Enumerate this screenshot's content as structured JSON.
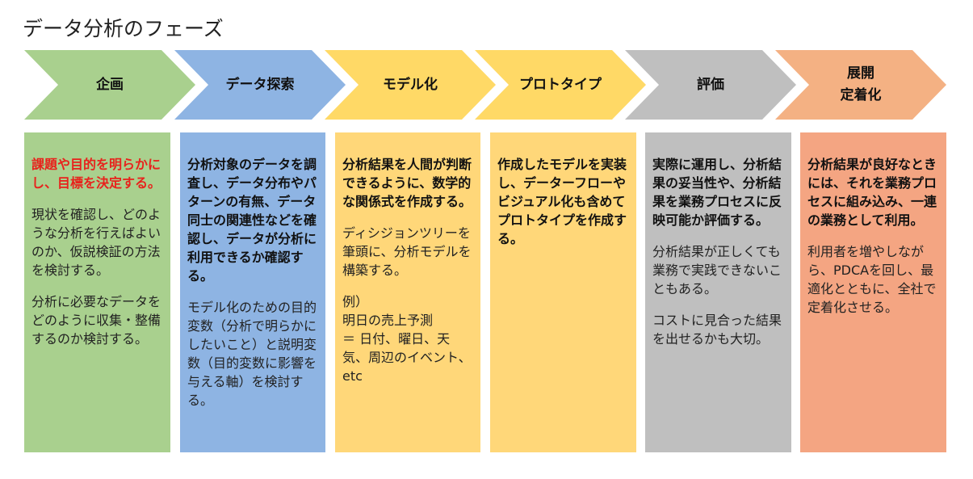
{
  "title": "データ分析のフェーズ",
  "phases": [
    {
      "label": "企画",
      "color": "#a9d08e",
      "box_color": "#a9d08e",
      "paragraphs": [
        {
          "text": "課題や目的を明らかにし、目標を決定する。",
          "style": "red"
        },
        {
          "text": "現状を確認し、どのような分析を行えばよいのか、仮説検証の方法を検討する。",
          "style": "normal"
        },
        {
          "text": "分析に必要なデータをどのように収集・整備するのか検討する。",
          "style": "normal"
        }
      ]
    },
    {
      "label": "データ探索",
      "color": "#8eb4e3",
      "box_color": "#8eb4e3",
      "paragraphs": [
        {
          "text": "分析対象のデータを調査し、データ分布やパターンの有無、データ同士の関連性などを確認し、データが分析に利用できるか確認する。",
          "style": "bold"
        },
        {
          "text": "モデル化のための目的変数（分析で明らかにしたいこと）と説明変数（目的変数に影響を与える軸）を検討する。",
          "style": "normal"
        }
      ]
    },
    {
      "label": "モデル化",
      "color": "#ffd966",
      "box_color": "#ffd779",
      "paragraphs": [
        {
          "text": "分析結果を人間が判断できるように、数学的な関係式を作成する。",
          "style": "bold"
        },
        {
          "text": "ディシジョンツリーを筆頭に、分析モデルを構築する。",
          "style": "normal"
        },
        {
          "text": "例）\n明日の売上予測\n＝ 日付、曜日、天気、周辺のイベント、etc",
          "style": "normal"
        }
      ]
    },
    {
      "label": "プロトタイプ",
      "color": "#ffd966",
      "box_color": "#ffd779",
      "paragraphs": [
        {
          "text": "作成したモデルを実装し、データーフローやビジュアル化も含めてプロトタイプを作成する。",
          "style": "bold"
        }
      ]
    },
    {
      "label": "評価",
      "color": "#bfbfbf",
      "box_color": "#bfbfbf",
      "paragraphs": [
        {
          "text": "実際に運用し、分析結果の妥当性や、分析結果を業務プロセスに反映可能か評価する。",
          "style": "bold"
        },
        {
          "text": "分析結果が正しくても業務で実践できないこともある。",
          "style": "normal"
        },
        {
          "text": "コストに見合った結果を出せるかも大切。",
          "style": "normal"
        }
      ]
    },
    {
      "label": "展開\n定着化",
      "color": "#f4b183",
      "box_color": "#f4a582",
      "paragraphs": [
        {
          "text": "分析結果が良好なときには、それを業務プロセスに組み込み、一連の業務として利用。",
          "style": "bold"
        },
        {
          "text": "利用者を増やしながら、PDCAを回し、最適化とともに、全社で定着化させる。",
          "style": "normal"
        }
      ]
    }
  ]
}
